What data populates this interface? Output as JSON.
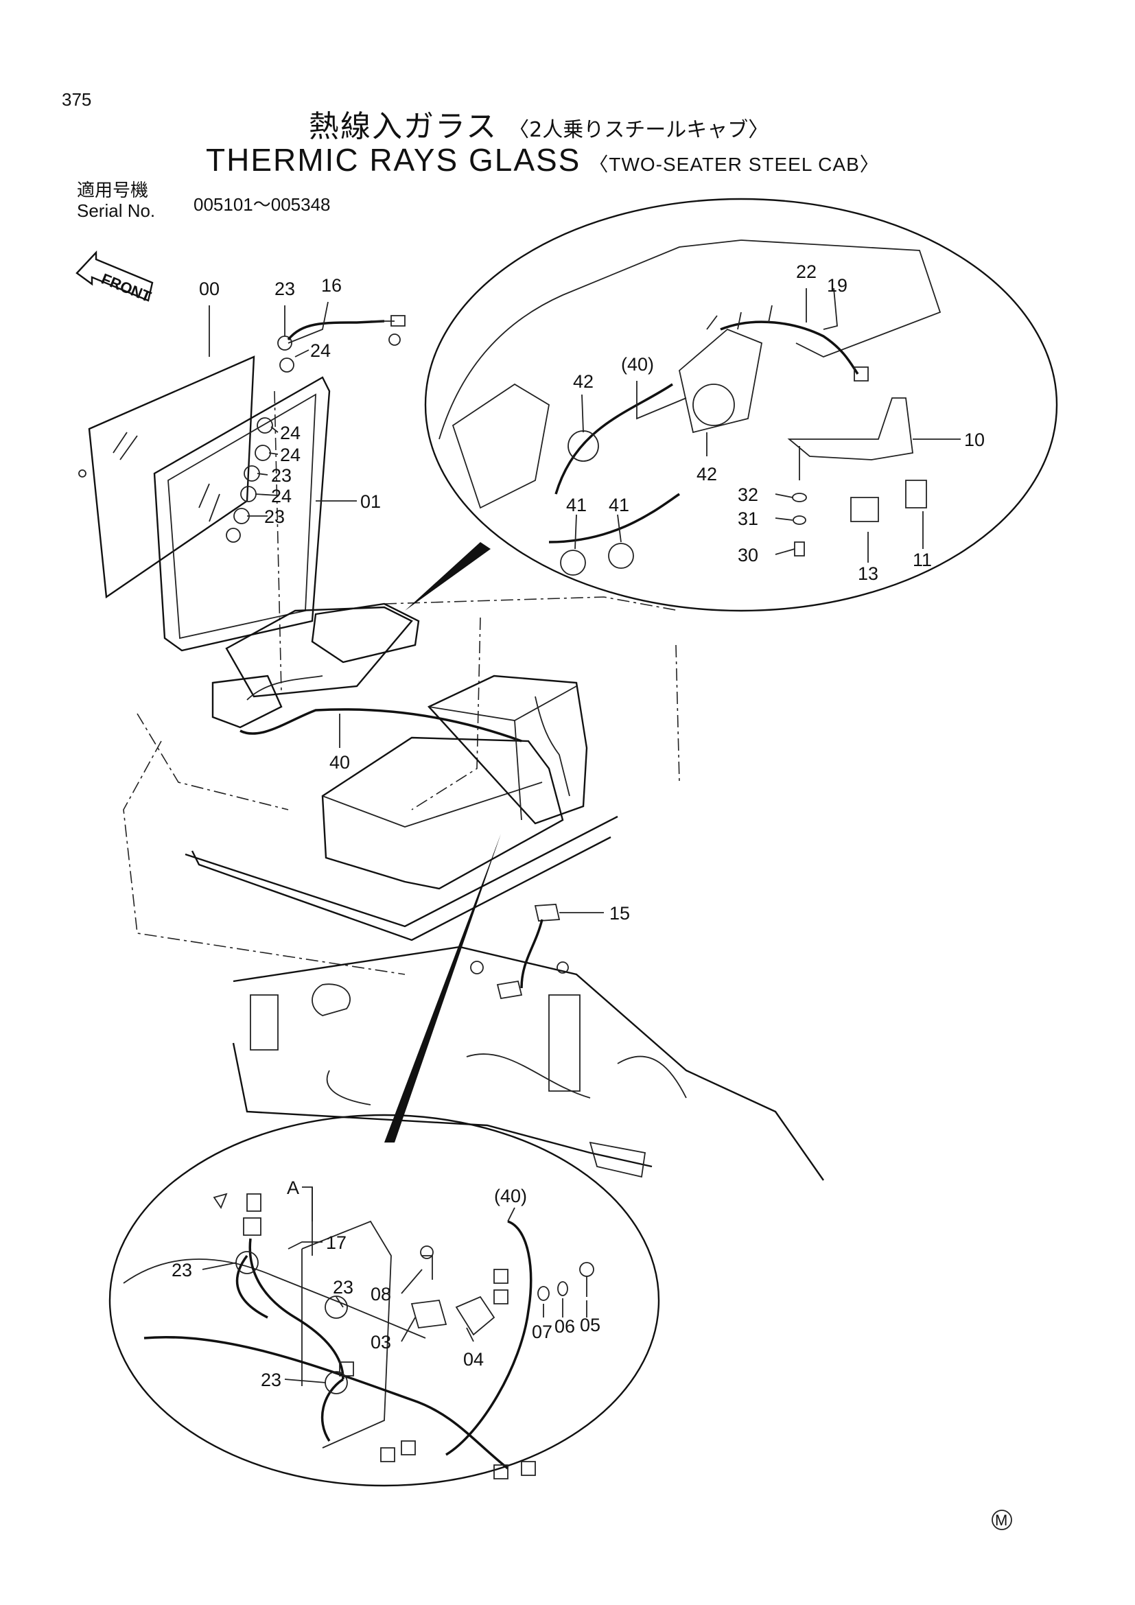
{
  "page_number": "375",
  "title_jp": "熱線入ガラス",
  "title_jp_sub": "〈2人乗りスチールキャブ〉",
  "title_en": "THERMIC RAYS GLASS",
  "title_en_sub": "〈TWO-SEATER STEEL CAB〉",
  "serial_label_jp": "適用号機",
  "serial_label_en": "Serial No.",
  "serial_range": "005101～005348",
  "front_label": "FRONT",
  "footer_mark": "M",
  "callouts": {
    "c00": "00",
    "c23a": "23",
    "c16": "16",
    "c24a": "24",
    "c24b": "24",
    "c24c": "24",
    "c23b": "23",
    "c24d": "24",
    "c23c": "23",
    "c01": "01",
    "c40a": "40",
    "c22": "22",
    "c19": "19",
    "c40b": "(40)",
    "c42a": "42",
    "c42b": "42",
    "c10": "10",
    "c32": "32",
    "c31": "31",
    "c30": "30",
    "c41a": "41",
    "c41b": "41",
    "c13": "13",
    "c11": "11",
    "c15": "15",
    "cA": "A",
    "c17": "17",
    "c40c": "(40)",
    "c23d": "23",
    "c23e": "23",
    "c08": "08",
    "c03": "03",
    "c04": "04",
    "c07": "07",
    "c06": "06",
    "c05": "05",
    "c23f": "23"
  }
}
